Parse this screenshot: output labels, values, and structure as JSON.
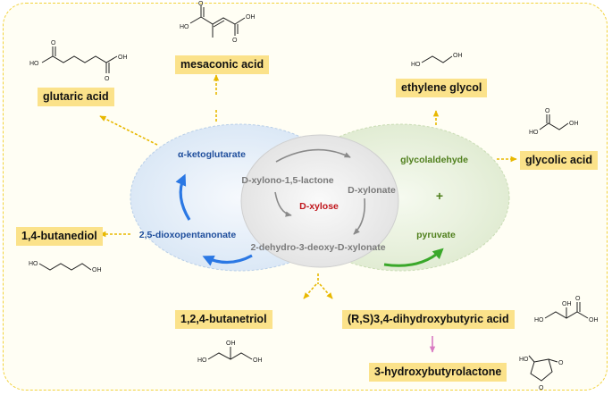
{
  "center": {
    "xylose": "D-xylose",
    "xylono_lactone": "D-xylono-1,5-lactone",
    "xylonate": "D-xylonate",
    "dehydro": "2-dehydro-3-deoxy-D-xylonate"
  },
  "left_pathway": {
    "akg": "α-ketoglutarate",
    "dioxo": "2,5-dioxopentanonate"
  },
  "right_pathway": {
    "glycolaldehyde": "glycolaldehyde",
    "plus": "+",
    "pyruvate": "pyruvate"
  },
  "products": {
    "mesaconic": "mesaconic acid",
    "glutaric": "glutaric acid",
    "ethylene_glycol": "ethylene glycol",
    "glycolic": "glycolic acid",
    "butanediol": "1,4-butanediol",
    "butanetriol": "1,2,4-butanetriol",
    "dihydroxybutyric": "(R,S)3,4-dihydroxybutyric acid",
    "hydroxybutyrolactone": "3-hydroxybutyrolactone"
  },
  "atoms": {
    "oh": "OH",
    "ho": "HO",
    "o": "O"
  },
  "colors": {
    "frame": "#f2d23a",
    "label_bg": "#fbe28a",
    "arrow": "#e8b800",
    "left_text": "#1f4e9c",
    "right_text": "#4f7f1c",
    "center_text": "#7a7a7a",
    "xylose": "#c0151b",
    "lactone_arrow": "#d97ac2"
  }
}
